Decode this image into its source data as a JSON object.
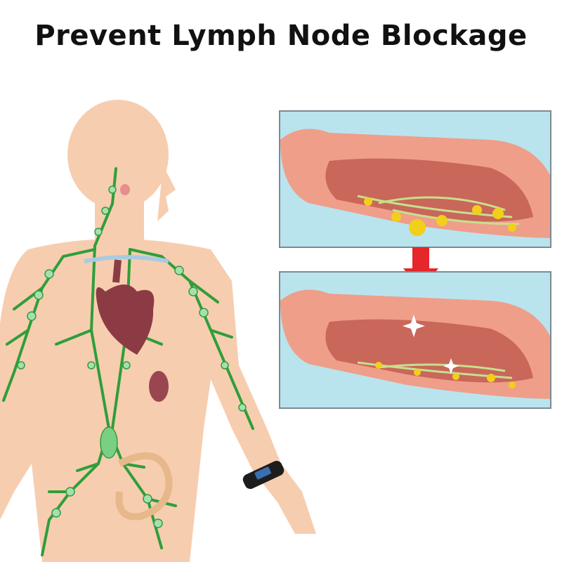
{
  "title": "Prevent Lymph Node Blockage",
  "colors": {
    "skin": "#f7cdb0",
    "lymph": "#2f9e3a",
    "node": "#a6dfae",
    "heart": "#8c3b45",
    "arrow": "#e5262a",
    "panel_bg": "#b9e4ee",
    "muscle": "#c9675a",
    "yellow_node": "#f2cf1a"
  },
  "icons": {
    "body": "human-body-lymphatic-icon",
    "heart": "heart-icon",
    "arrow": "arrow-down-icon",
    "bracelet": "smart-bracelet-icon",
    "sparkle": "sparkle-icon"
  },
  "panels": [
    {
      "state": "blocked"
    },
    {
      "state": "cleared"
    }
  ]
}
